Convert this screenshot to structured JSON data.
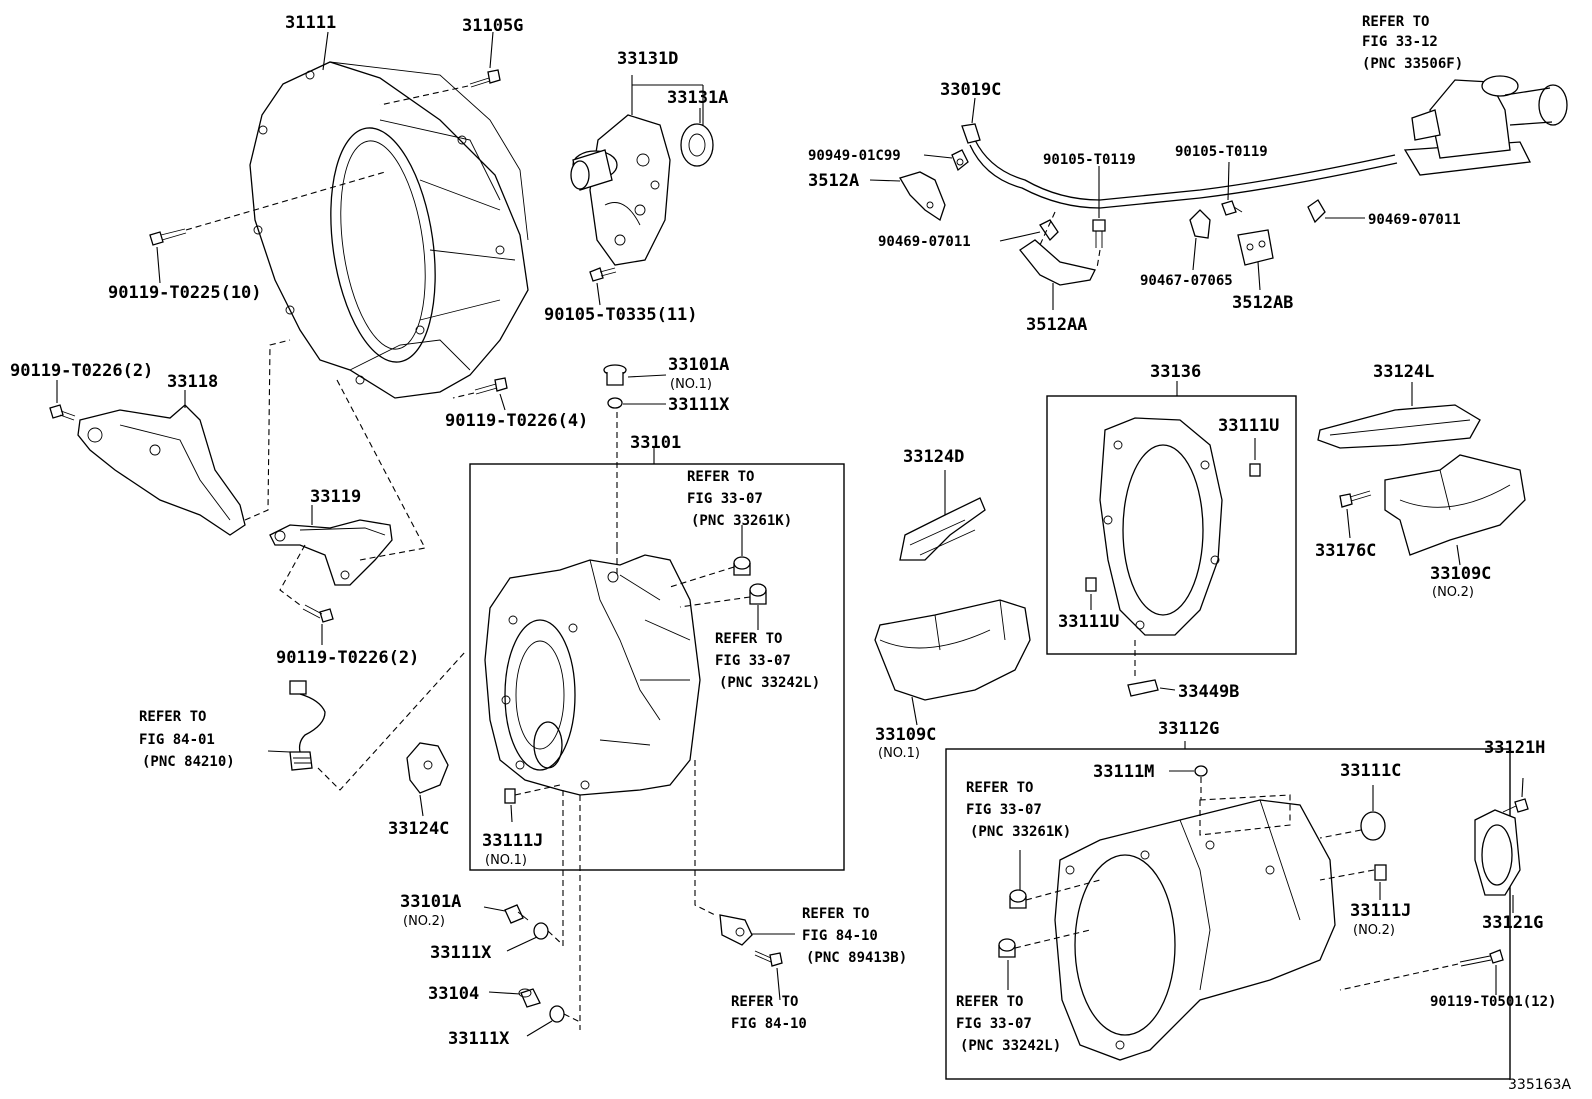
{
  "figure_id": "335163A",
  "labels": {
    "p31111": "31111",
    "p31105G": "31105G",
    "p33131D": "33131D",
    "p33131A": "33131A",
    "p90119_T0225_10": "90119-T0225(10)",
    "p90105_T0335_11": "90105-T0335(11)",
    "p90119_T0226_2a": "90119-T0226(2)",
    "p33118": "33118",
    "p90119_T0226_4": "90119-T0226(4)",
    "p33101A_top": "33101A",
    "p33101A_top_note": "(NO.1)",
    "p33111X_top": "33111X",
    "p33101": "33101",
    "p33119": "33119",
    "p90119_T0226_2b": "90119-T0226(2)",
    "p33124C": "33124C",
    "p33111J_left": "33111J",
    "p33111J_left_note": "(NO.1)",
    "p33101A_bottom": "33101A",
    "p33101A_bottom_note": "(NO.2)",
    "p33111X_mid": "33111X",
    "p33104": "33104",
    "p33111X_bottom": "33111X",
    "p33019C": "33019C",
    "p90949_01C99": "90949-01C99",
    "p3512A": "3512A",
    "p90105_T0119_a": "90105-T0119",
    "p90105_T0119_b": "90105-T0119",
    "p90469_07011_a": "90469-07011",
    "p90469_07011_b": "90469-07011",
    "p90467_07065": "90467-07065",
    "p3512AB": "3512AB",
    "p3512AA": "3512AA",
    "p33136": "33136",
    "p33111U_top": "33111U",
    "p33111U_bottom": "33111U",
    "p33124L": "33124L",
    "p33176C": "33176C",
    "p33109C_right": "33109C",
    "p33109C_right_note": "(NO.2)",
    "p33124D": "33124D",
    "p33109C_left": "33109C",
    "p33109C_left_note": "(NO.1)",
    "p33449B": "33449B",
    "p33112G": "33112G",
    "p33111M": "33111M",
    "p33111C": "33111C",
    "p33121H": "33121H",
    "p33121G": "33121G",
    "p33111J_right": "33111J",
    "p33111J_right_note": "(NO.2)",
    "p90119_T0501_12": "90119-T0501(12)"
  },
  "references": {
    "r_fig33_12": [
      "REFER TO",
      "FIG 33-12",
      "(PNC 33506F)"
    ],
    "r_fig33_07_a": [
      "REFER TO",
      "FIG 33-07",
      "(PNC 33261K)"
    ],
    "r_fig33_07_b": [
      "REFER TO",
      "FIG 33-07",
      "(PNC 33242L)"
    ],
    "r_fig84_01": [
      "REFER TO",
      "FIG 84-01",
      "(PNC 84210)"
    ],
    "r_fig84_10_a": [
      "REFER TO",
      "FIG 84-10",
      "(PNC 89413B)"
    ],
    "r_fig84_10_b": [
      "REFER TO",
      "FIG 84-10"
    ],
    "r_fig33_07_c": [
      "REFER TO",
      "FIG 33-07",
      "(PNC 33261K)"
    ],
    "r_fig33_07_d": [
      "REFER TO",
      "FIG 33-07",
      "(PNC 33242L)"
    ]
  }
}
